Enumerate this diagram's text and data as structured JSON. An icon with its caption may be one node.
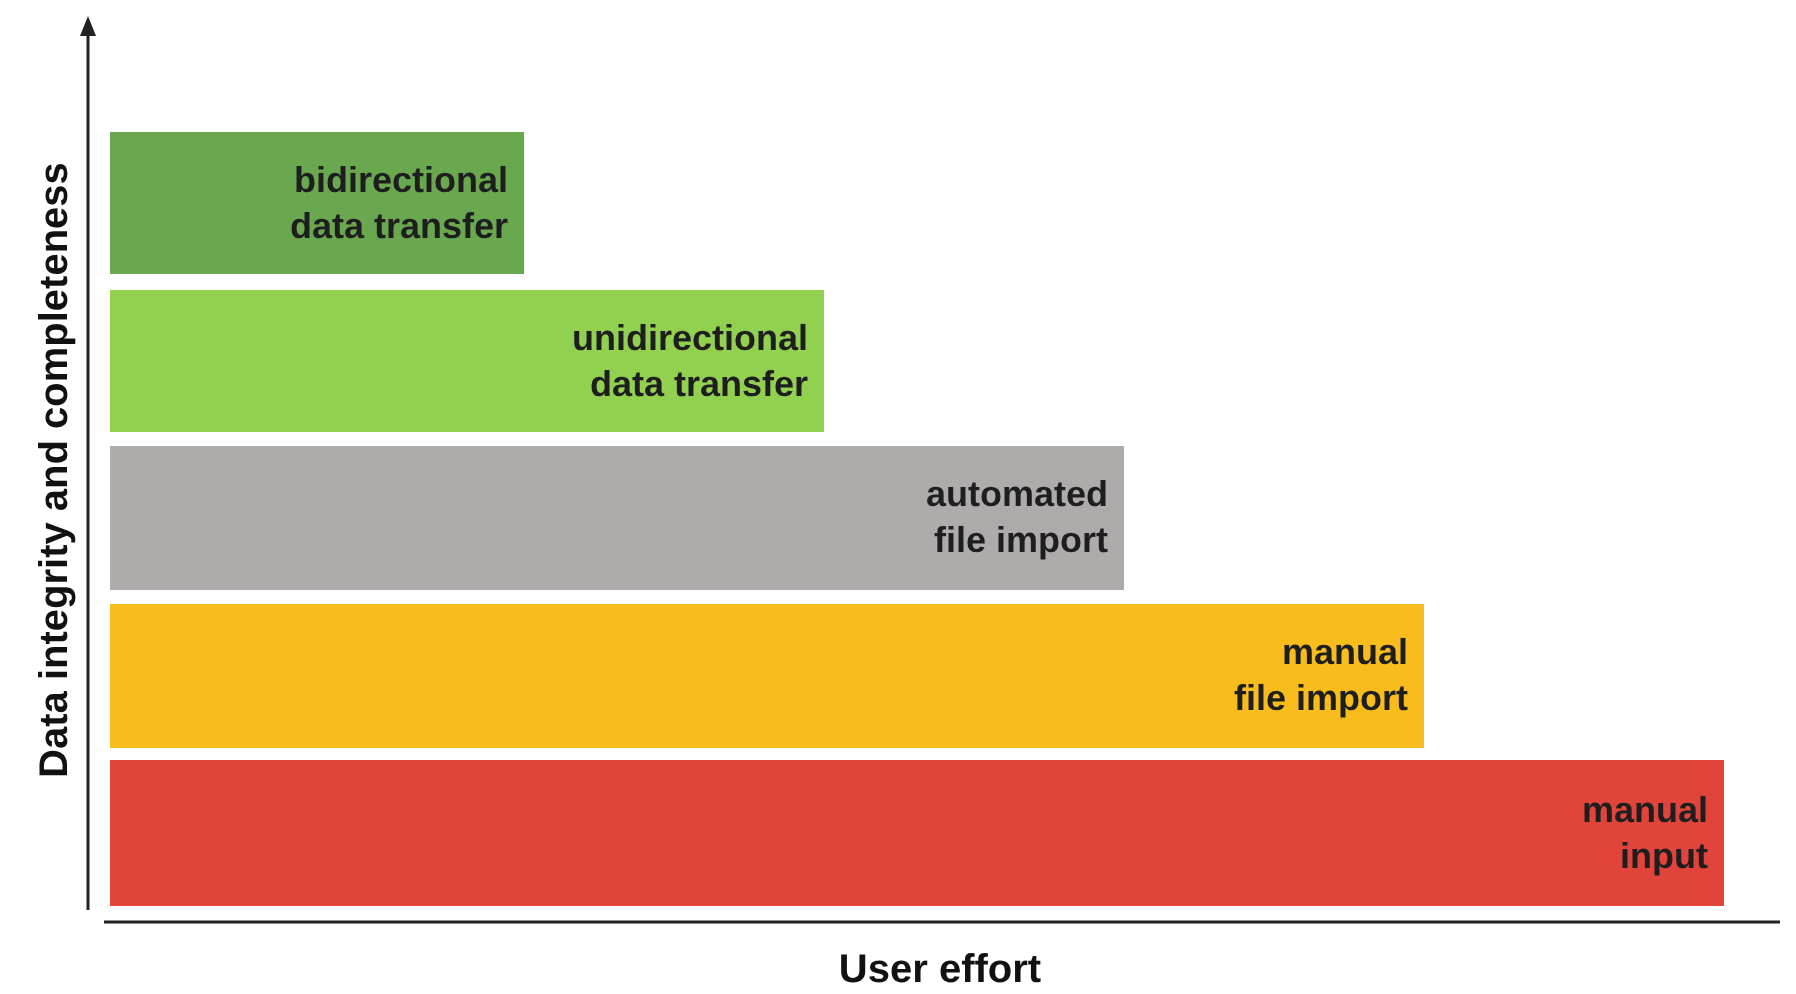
{
  "diagram": {
    "nodes": [
      {
        "text": [
          "bidirectional data transfer"
        ]
      },
      {
        "text": [
          "unidirectional data transfer"
        ]
      },
      {
        "text": [
          "automated file import"
        ]
      },
      {
        "text": [
          "manual file import"
        ]
      },
      {
        "text": [
          "manual input"
        ]
      }
    ],
    "labels": [
      "Data integrity and completeness",
      "User effort"
    ]
  }
}
